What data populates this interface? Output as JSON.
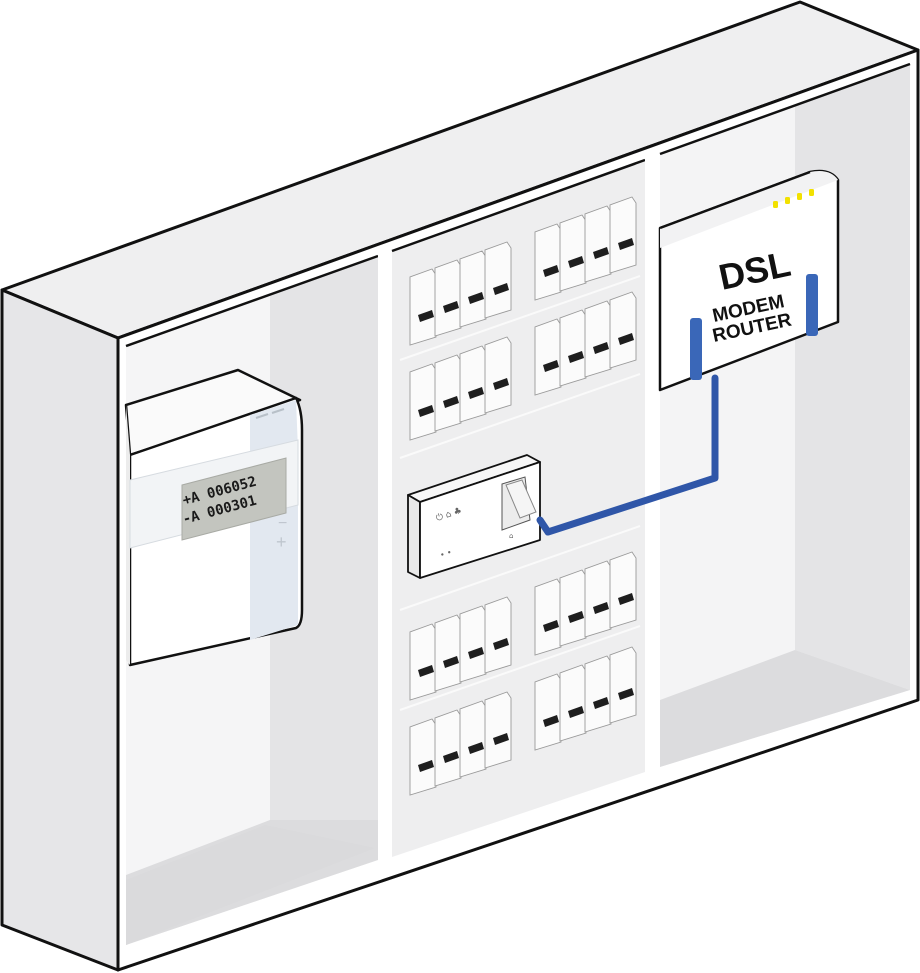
{
  "illustration": {
    "title": "Electrical distribution cabinet with powerline adapter and DSL modem router",
    "colors": {
      "outline": "#111111",
      "cabinet_front": "#ffffff",
      "cabinet_side": "#e6e6e8",
      "cabinet_top": "#efeff0",
      "interior_back": "#f4f4f5",
      "interior_wall": "#e4e4e6",
      "interior_floor": "#dcdcde",
      "panel": "#eeeeef",
      "breaker_body": "#fbfbfb",
      "breaker_toggle": "#1e1e1e",
      "lcd_bg": "#c3c5bf",
      "cable": "#2f56a8",
      "led": "#f2e100",
      "meter_accent": "#e2e8f0"
    }
  },
  "meter": {
    "display_line_1": "+A 006052",
    "display_line_2": "-A 000301",
    "button_minus": "−",
    "button_plus": "+"
  },
  "powerline_adapter": {
    "status_icons": "⏻ ⌂ ♣",
    "lower_icons": "• •",
    "port_icon": "⌂"
  },
  "router": {
    "label_line_1": "DSL",
    "label_line_2": "MODEM",
    "label_line_3": "ROUTER",
    "led_count": 4
  },
  "breaker_banks": {
    "upper_left_rows": 2,
    "upper_right_rows": 2,
    "lower_left_rows": 2,
    "lower_right_rows": 2,
    "breakers_per_row": 4
  }
}
